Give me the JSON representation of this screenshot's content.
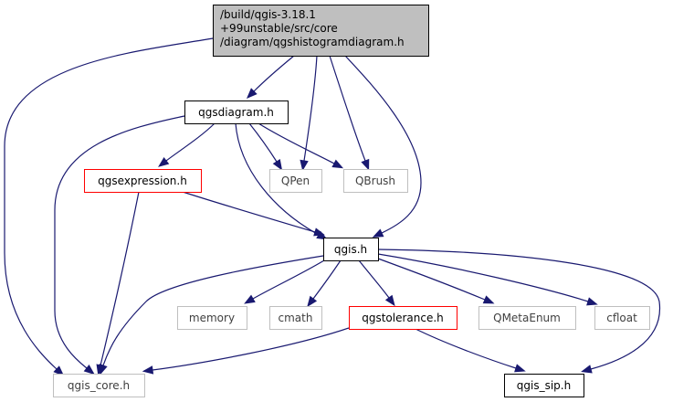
{
  "graph": {
    "colors": {
      "edge": "#191970",
      "root_fill": "#bfbfbf",
      "root_border": "#000000",
      "normal_border": "#000000",
      "missing_border": "#bfbfbf",
      "highlight_border": "#ff0000",
      "missing_text": "#404040",
      "text": "#000000"
    },
    "nodes": [
      {
        "id": "root",
        "lines": [
          "/build/qgis-3.18.1",
          "+99unstable/src/core",
          "/diagram/qgshistogramdiagram.h"
        ],
        "kind": "root"
      },
      {
        "id": "qgsdiagram",
        "lines": [
          "qgsdiagram.h"
        ],
        "kind": "normal"
      },
      {
        "id": "qgsexpression",
        "lines": [
          "qgsexpression.h"
        ],
        "kind": "highlight"
      },
      {
        "id": "qpen",
        "lines": [
          "QPen"
        ],
        "kind": "missing"
      },
      {
        "id": "qbrush",
        "lines": [
          "QBrush"
        ],
        "kind": "missing"
      },
      {
        "id": "qgis",
        "lines": [
          "qgis.h"
        ],
        "kind": "normal"
      },
      {
        "id": "memory",
        "lines": [
          "memory"
        ],
        "kind": "missing"
      },
      {
        "id": "cmath",
        "lines": [
          "cmath"
        ],
        "kind": "missing"
      },
      {
        "id": "qgstolerance",
        "lines": [
          "qgstolerance.h"
        ],
        "kind": "highlight"
      },
      {
        "id": "qmetaenum",
        "lines": [
          "QMetaEnum"
        ],
        "kind": "missing"
      },
      {
        "id": "cfloat",
        "lines": [
          "cfloat"
        ],
        "kind": "missing"
      },
      {
        "id": "qgis_core",
        "lines": [
          "qgis_core.h"
        ],
        "kind": "missing"
      },
      {
        "id": "qgis_sip",
        "lines": [
          "qgis_sip.h"
        ],
        "kind": "normal"
      }
    ],
    "edges": [
      {
        "from": "root",
        "to": "qgis_core"
      },
      {
        "from": "root",
        "to": "qgsdiagram"
      },
      {
        "from": "root",
        "to": "qpen"
      },
      {
        "from": "root",
        "to": "qbrush"
      },
      {
        "from": "root",
        "to": "qgis"
      },
      {
        "from": "qgsdiagram",
        "to": "qgsexpression"
      },
      {
        "from": "qgsdiagram",
        "to": "qgis_core"
      },
      {
        "from": "qgsdiagram",
        "to": "qpen"
      },
      {
        "from": "qgsdiagram",
        "to": "qbrush"
      },
      {
        "from": "qgsdiagram",
        "to": "qgis"
      },
      {
        "from": "qgsexpression",
        "to": "qgis"
      },
      {
        "from": "qgsexpression",
        "to": "qgis_core"
      },
      {
        "from": "qgis",
        "to": "memory"
      },
      {
        "from": "qgis",
        "to": "cmath"
      },
      {
        "from": "qgis",
        "to": "qgstolerance"
      },
      {
        "from": "qgis",
        "to": "qmetaenum"
      },
      {
        "from": "qgis",
        "to": "cfloat"
      },
      {
        "from": "qgis",
        "to": "qgis_core"
      },
      {
        "from": "qgis",
        "to": "qgis_sip"
      },
      {
        "from": "qgstolerance",
        "to": "qgis_core"
      },
      {
        "from": "qgstolerance",
        "to": "qgis_sip"
      }
    ]
  }
}
